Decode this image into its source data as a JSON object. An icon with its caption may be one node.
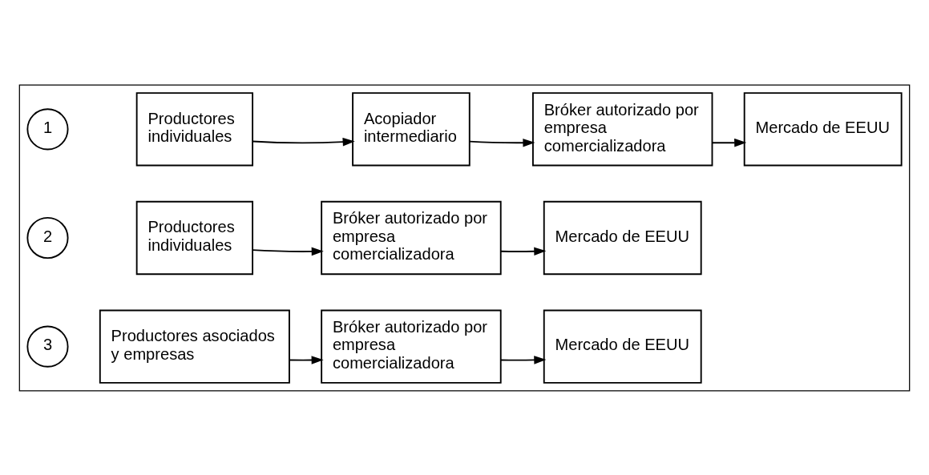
{
  "diagram": {
    "nodes": [
      {
        "text": [],
        "shape": "box"
      },
      {
        "text": [
          "1"
        ],
        "in": 0
      },
      {
        "text": [
          "Productores individuales"
        ],
        "in": 0
      },
      {
        "text": [
          "Acopiador intermediario"
        ],
        "in": 0
      },
      {
        "text": [
          "Bróker autorizado por empresa comercializadora"
        ],
        "in": 0
      },
      {
        "text": [
          "Mercado de EEUU"
        ],
        "in": 0
      },
      {
        "text": [
          "2"
        ],
        "in": 0
      },
      {
        "text": [
          "Productores individuales"
        ],
        "in": 0
      },
      {
        "text": [
          "Bróker autorizado por empresa comercializadora"
        ],
        "in": 0
      },
      {
        "text": [
          "Mercado de EEUU"
        ],
        "in": 0
      },
      {
        "text": [
          "3"
        ],
        "in": 0
      },
      {
        "text": [
          "Productores asociados y empresas"
        ],
        "in": 0
      },
      {
        "text": [
          "Bróker autorizado por empresa comercializadora"
        ],
        "in": 0
      },
      {
        "text": [
          "Mercado de EEUU"
        ],
        "in": 0
      }
    ],
    "edges": [
      {
        "from": 2,
        "to": 3,
        "arrow": "to"
      },
      {
        "from": 3,
        "to": 4,
        "arrow": "to"
      },
      {
        "from": 4,
        "to": 5,
        "arrow": "to"
      },
      {
        "from": 7,
        "to": 8,
        "arrow": "to"
      },
      {
        "from": 8,
        "to": 9,
        "arrow": "to"
      },
      {
        "from": 11,
        "to": 12,
        "arrow": "to"
      },
      {
        "from": 12,
        "to": 13,
        "arrow": "to"
      }
    ]
  }
}
